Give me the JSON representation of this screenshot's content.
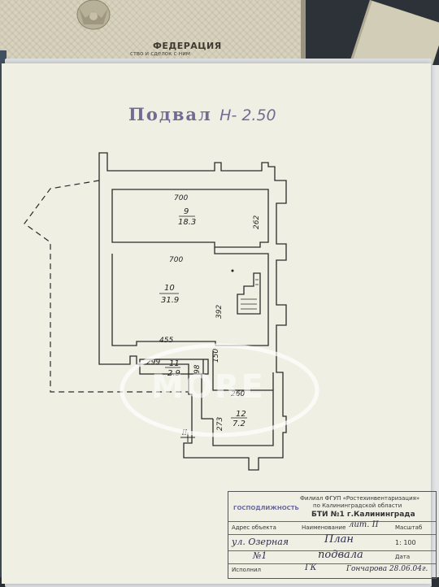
{
  "background": {
    "certificate_heading": "ФЕДЕРАЦИЯ",
    "certificate_subtext": "ство и сделок с ним"
  },
  "plan": {
    "title_word": "Подвал",
    "title_level": "Н- 2.50",
    "rooms": [
      {
        "number": "9",
        "area": "18.3"
      },
      {
        "number": "10",
        "area": "31.9"
      },
      {
        "number": "11",
        "area": "2.9"
      },
      {
        "number": "12",
        "area": "7.2"
      }
    ],
    "dimensions": [
      "700",
      "262",
      "700",
      "392",
      "455",
      "299",
      "150",
      "98",
      "260",
      "273"
    ],
    "section_mark": "II"
  },
  "watermark": "MORE",
  "stamp": {
    "header_left": "ГОСПОДЛИЖНОСТЬ",
    "header_right_line1": "Филиал ФГУП «Ростехинвентаризация»",
    "header_right_line2": "по Калининградской области",
    "header_right_line3": "БТИ №1 г.Калининграда",
    "col1_header": "Адрес объекта",
    "col2_header": "Наименование",
    "col2_value": "лит. II",
    "col3_header": "Масштаб",
    "col3_value": "1: 100",
    "address": "ул. Озерная",
    "house": "№1",
    "plan_word_1": "План",
    "plan_word_2": "подвала",
    "date_header": "Дата",
    "executor_label": "Исполнил",
    "executor_value": "Гончарова 28.06.04г.",
    "executor_sign": "ГК"
  }
}
